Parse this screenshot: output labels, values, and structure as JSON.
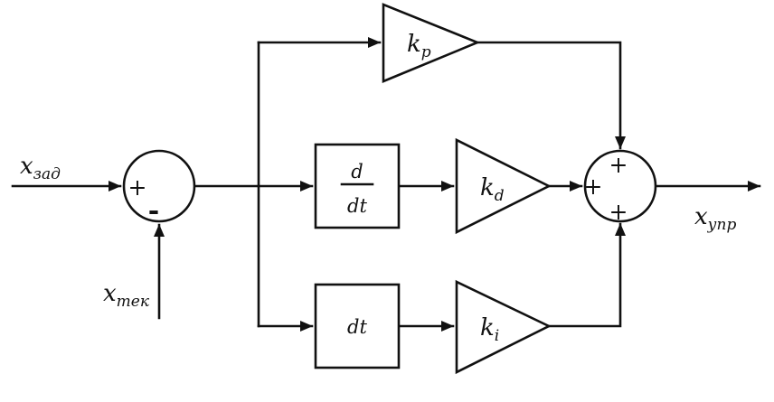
{
  "colors": {
    "ink": "#111111",
    "background": "#ffffff"
  },
  "diagram": {
    "input_setpoint": {
      "base": "x",
      "sub": "зад"
    },
    "input_feedback": {
      "base": "x",
      "sub": "тек"
    },
    "output": {
      "base": "x",
      "sub": "упр"
    },
    "sum_error": {
      "plus": "+",
      "minus": "-"
    },
    "sum_output": {
      "plus_top": "+",
      "plus_left": "+",
      "plus_bottom": "+"
    },
    "gain_proportional": {
      "base": "k",
      "sub": "p"
    },
    "gain_derivative": {
      "base": "k",
      "sub": "d"
    },
    "gain_integral": {
      "base": "k",
      "sub": "i"
    },
    "derivative_block": {
      "numerator": "d",
      "denominator": "dt"
    },
    "integral_block": {
      "label": "dt"
    }
  }
}
